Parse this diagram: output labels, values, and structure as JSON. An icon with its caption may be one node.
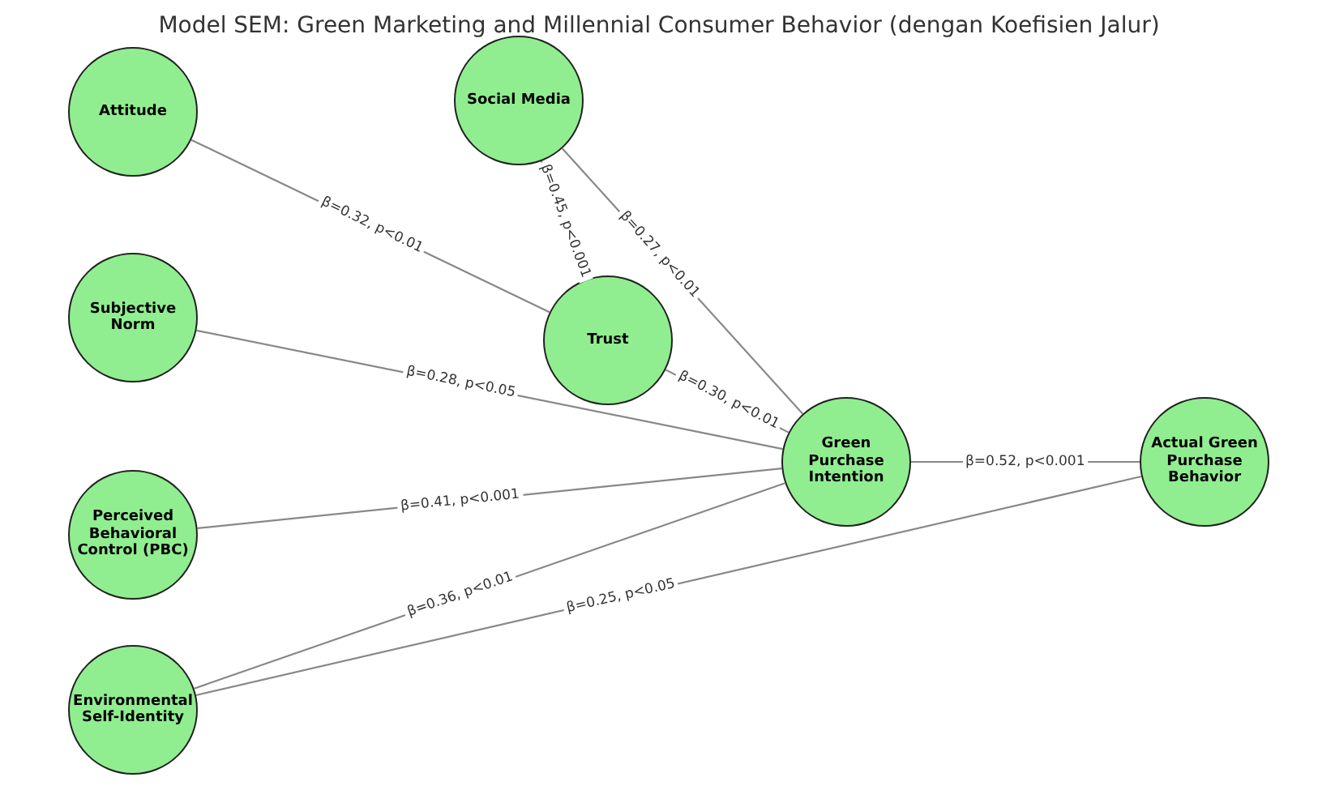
{
  "diagram": {
    "title": "Model SEM: Green Marketing and Millennial Consumer Behavior (dengan Koefisien Jalur)",
    "nodes": [
      {
        "text": [
          "Attitude"
        ]
      },
      {
        "text": [
          "Social Media"
        ]
      },
      {
        "text": [
          "Subjective Norm"
        ]
      },
      {
        "text": [
          "Trust"
        ]
      },
      {
        "text": [
          "Green Purchase Intention"
        ]
      },
      {
        "text": [
          "Actual Green Purchase Behavior"
        ]
      },
      {
        "text": [
          "Perceived Behavioral Control (PBC)"
        ]
      },
      {
        "text": [
          "Environmental Self-Identity"
        ]
      }
    ],
    "edges": [
      {
        "from": 0,
        "to": 3,
        "arrow": "none",
        "label": "β=0.32, p<0.01"
      },
      {
        "from": 1,
        "to": 3,
        "arrow": "none",
        "label": "β=0.45, p<0.001"
      },
      {
        "from": 1,
        "to": 4,
        "arrow": "none",
        "label": "β=0.27, p<0.01"
      },
      {
        "from": 3,
        "to": 4,
        "arrow": "none",
        "label": "β=0.30, p<0.01"
      },
      {
        "from": 2,
        "to": 4,
        "arrow": "none",
        "label": "β=0.28, p<0.05"
      },
      {
        "from": 6,
        "to": 4,
        "arrow": "none",
        "label": "β=0.41, p<0.001"
      },
      {
        "from": 7,
        "to": 4,
        "arrow": "none",
        "label": "β=0.36, p<0.01"
      },
      {
        "from": 4,
        "to": 5,
        "arrow": "none",
        "label": "β=0.52, p<0.001"
      },
      {
        "from": 7,
        "to": 5,
        "arrow": "none",
        "label": "β=0.25, p<0.05"
      }
    ]
  }
}
